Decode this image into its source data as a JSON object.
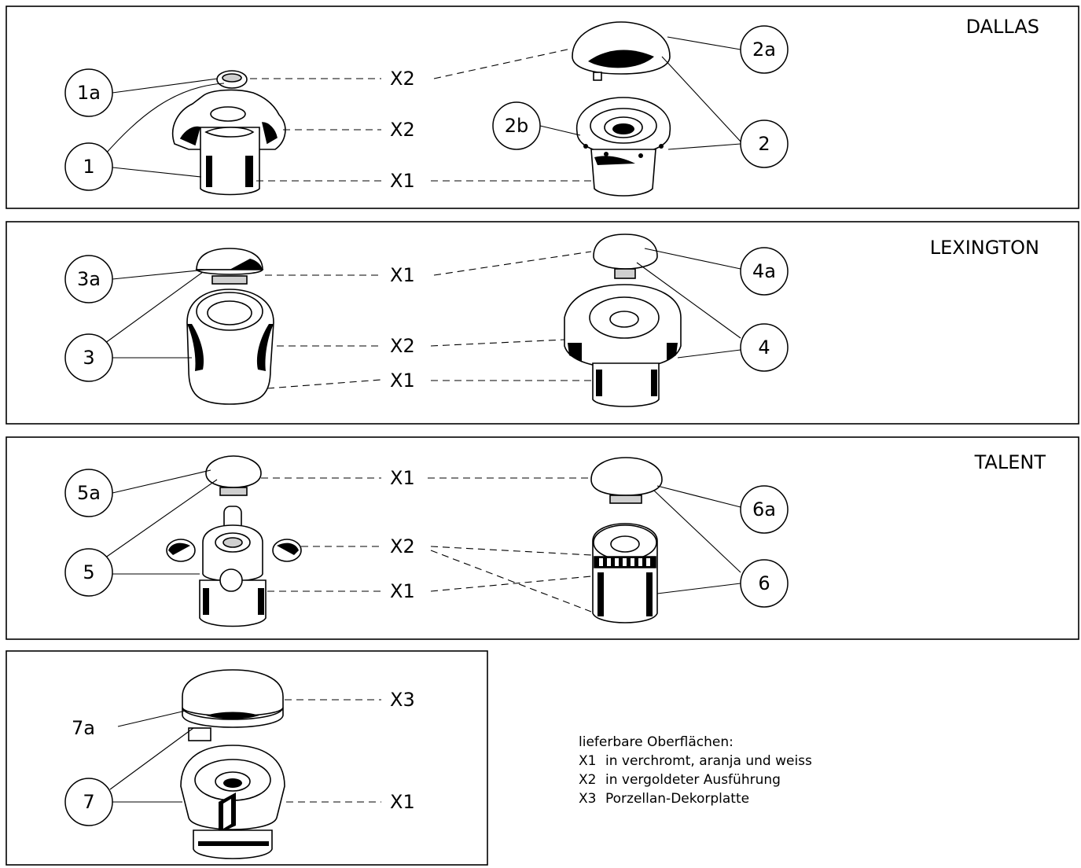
{
  "panels": {
    "dallas": {
      "title": "DALLAS"
    },
    "lexington": {
      "title": "LEXINGTON"
    },
    "talent": {
      "title": "TALENT"
    }
  },
  "callouts": {
    "c1a": "1a",
    "c1": "1",
    "c2a": "2a",
    "c2b": "2b",
    "c2": "2",
    "c3a": "3a",
    "c3": "3",
    "c4a": "4a",
    "c4": "4",
    "c5a": "5a",
    "c5": "5",
    "c6a": "6a",
    "c6": "6",
    "c7a": "7a",
    "c7": "7"
  },
  "finish_codes": {
    "x1": "X1",
    "x2": "X2",
    "x3": "X3"
  },
  "legend": {
    "heading": "lieferbare Oberflächen:",
    "items": [
      {
        "code": "X1",
        "text": "in verchromt, aranja und weiss"
      },
      {
        "code": "X2",
        "text": "in vergoldeter Ausführung"
      },
      {
        "code": "X3",
        "text": "Porzellan-Dekorplatte"
      }
    ]
  }
}
